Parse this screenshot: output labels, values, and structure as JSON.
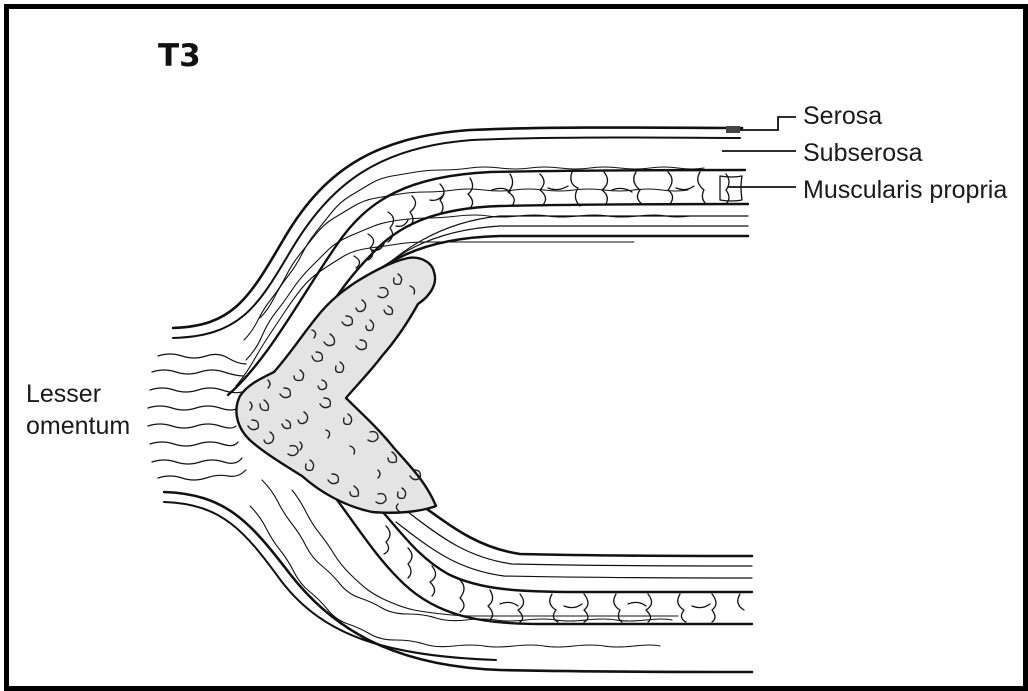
{
  "figure": {
    "stage": "T3",
    "labels": {
      "serosa": "Serosa",
      "subserosa": "Subserosa",
      "muscularis": "Muscularis propria",
      "lesser_line1": "Lesser",
      "lesser_line2": "omentum"
    }
  },
  "colors": {
    "ink": "#111111",
    "background": "#ffffff",
    "tumor_fill": "#e4e4e4"
  }
}
